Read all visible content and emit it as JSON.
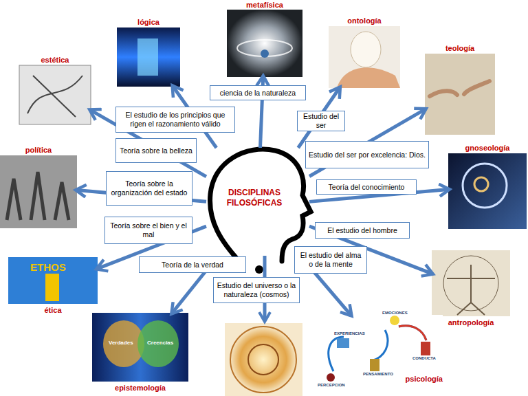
{
  "diagram": {
    "nodes": [
      {
        "text": [
          "DISCIPLINAS FILOSÓFICAS"
        ]
      },
      {
        "text": [
          "metafísica"
        ]
      },
      {
        "text": [
          "lógica"
        ]
      },
      {
        "text": [
          "ontología"
        ]
      },
      {
        "text": [
          "estética"
        ]
      },
      {
        "text": [
          "teología"
        ]
      },
      {
        "text": [
          "política"
        ]
      },
      {
        "text": [
          "gnoseología"
        ]
      },
      {
        "text": [
          "ética"
        ]
      },
      {
        "text": [
          "antropología"
        ]
      },
      {
        "text": [
          "epistemología"
        ]
      },
      {
        "text": [
          "psicología"
        ]
      }
    ],
    "edges": [
      {
        "from": 0,
        "to": 1,
        "arrow": "to",
        "label": "ciencia de la naturaleza"
      },
      {
        "from": 0,
        "to": 2,
        "arrow": "to",
        "label": "El estudio de los principios que rigen el razonamiento válido"
      },
      {
        "from": 0,
        "to": 3,
        "arrow": "to",
        "label": "Estudio del ser"
      },
      {
        "from": 0,
        "to": 4,
        "arrow": "to",
        "label": "Teoría sobre la belleza"
      },
      {
        "from": 0,
        "to": 5,
        "arrow": "to",
        "label": "Estudio del ser por excelencia: Dios."
      },
      {
        "from": 0,
        "to": 6,
        "arrow": "to",
        "label": "Teoría sobre la organización del estado"
      },
      {
        "from": 0,
        "to": 7,
        "arrow": "to",
        "label": "Teoría del conocimiento"
      },
      {
        "from": 0,
        "to": 8,
        "arrow": "to",
        "label": "Teoría sobre el bien y el mal"
      },
      {
        "from": 0,
        "to": 9,
        "arrow": "to",
        "label": "El estudio del hombre"
      },
      {
        "from": 0,
        "to": 10,
        "arrow": "to",
        "label": "Teoría de la verdad"
      },
      {
        "from": 0,
        "to": 11,
        "arrow": "to",
        "label": "El estudio del alma o de la mente"
      }
    ],
    "labels": [
      "Estudio del universo o la naturaleza (cosmos)",
      "Verdades",
      "Creencias",
      "ETHOS",
      "EXPERIENCIAS",
      "EMOCIONES",
      "PENSAMIENTO",
      "PERCEPCION",
      "CONDUCTA"
    ]
  }
}
